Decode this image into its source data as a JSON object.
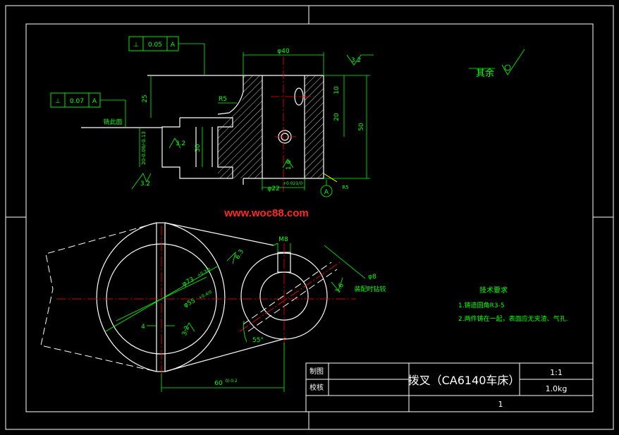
{
  "colors": {
    "background": "#000000",
    "frame": "#ffffff",
    "dimension": "#00ff00",
    "center_line": "#ff0000",
    "hatch": "#ffffff",
    "watermark": "#ff2a2a",
    "leader": "#ffff00",
    "text": "#ffffff",
    "label_green": "#00ff00"
  },
  "tolerance_frames": {
    "upper": {
      "symbol": "⊥",
      "value": "0.05",
      "datum": "A"
    },
    "lower": {
      "symbol": "⊥",
      "value": "0.07",
      "datum": "A"
    }
  },
  "top_view_dims": {
    "dia40": "φ40",
    "roughness_top": "3.2",
    "dim_10": "10",
    "dim_20": "20",
    "dim_50": "50",
    "dim_25": "25",
    "r5": "R5",
    "label_cut_face": "铣此面",
    "left_height": "20-0.06/-0.13",
    "width_30": "30",
    "roughness_left": "3.2",
    "roughness_bottom": "3.2",
    "dim_16": "1.6",
    "dia22": "φ22",
    "dia22_tol": "+0.021/0",
    "datum_a": "A",
    "r5_bottom": "R5"
  },
  "watermark": "www.woc88.com",
  "bottom_view_dims": {
    "m8": "M8",
    "roughness_63": "6.3",
    "dia8": "φ8",
    "assembly_note": "装配时钻铰",
    "roughness_16": "1.6",
    "dia73": "φ73",
    "dia73_tol": "+0.3/0",
    "dia55": "φ55",
    "dia55_tol": "+0.4/0",
    "dim_4": "4",
    "roughness_32": "3.2",
    "angle_55": "55°",
    "dim_60": "60",
    "dim_60_tol": "0/-0.2"
  },
  "roughness_other": {
    "label": "其余"
  },
  "tech_requirements": {
    "title": "技术要求",
    "item1": "1.铸造圆角R3-5",
    "item2": "2.两件铸在一起，表面应无夹渣、气孔."
  },
  "title_block": {
    "drawn_label": "制图",
    "checked_label": "校核",
    "part_name": "拨叉（CA6140车床）",
    "scale": "1:1",
    "weight": "1.0kg",
    "sheet": "1"
  }
}
